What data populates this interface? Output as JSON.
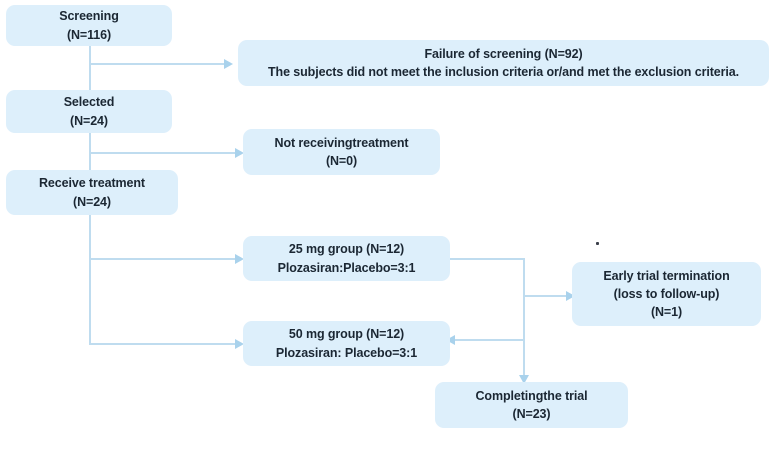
{
  "diagram": {
    "title": "Clinical trial participant flow (CONSORT-style)",
    "colors": {
      "node_fill": "#ddeffb",
      "connector": "#bfdcef",
      "arrow_head": "#a9d2ec",
      "text": "#1b2733",
      "background": "#ffffff"
    },
    "nodes": [
      {
        "id": "screening",
        "name": "screening-node",
        "lines": [
          "Screening",
          "(N=116)"
        ]
      },
      {
        "id": "failure",
        "name": "failure-of-screening-node",
        "lines": [
          "Failure of screening (N=92)",
          "The subjects did not meet the inclusion criteria or/and met the exclusion criteria."
        ]
      },
      {
        "id": "selected",
        "name": "selected-node",
        "lines": [
          "Selected",
          "(N=24)"
        ]
      },
      {
        "id": "not_receiving",
        "name": "not-receiving-treatment-node",
        "lines": [
          "Not receivingtreatment",
          "(N=0)"
        ]
      },
      {
        "id": "receive",
        "name": "receive-treatment-node",
        "lines": [
          "Receive treatment",
          "(N=24)"
        ]
      },
      {
        "id": "group25",
        "name": "group-25mg-node",
        "lines": [
          "25 mg group (N=12)",
          "Plozasiran:Placebo=3:1"
        ]
      },
      {
        "id": "group50",
        "name": "group-50mg-node",
        "lines": [
          "50 mg group (N=12)",
          "Plozasiran: Placebo=3:1"
        ]
      },
      {
        "id": "termination",
        "name": "early-trial-termination-node",
        "lines": [
          "Early trial termination",
          "(loss to follow-up)",
          "(N=1)"
        ]
      },
      {
        "id": "completing",
        "name": "completing-the-trial-node",
        "lines": [
          "Completingthe trial",
          "(N=23)"
        ]
      }
    ]
  }
}
